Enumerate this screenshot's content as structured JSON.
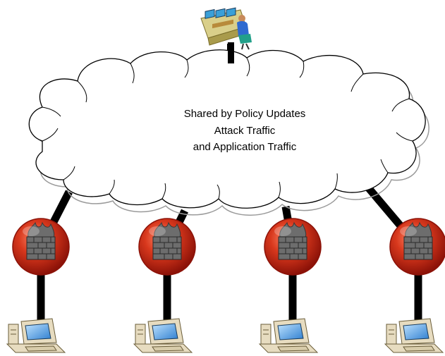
{
  "diagram": {
    "cloud_text": [
      "Shared by Policy Updates",
      "Attack Traffic",
      "and Application Traffic"
    ],
    "nodes": {
      "operator": {
        "icon": "operator-console-icon"
      },
      "firewalls": [
        {
          "icon": "firewall-icon"
        },
        {
          "icon": "firewall-icon"
        },
        {
          "icon": "firewall-icon"
        },
        {
          "icon": "firewall-icon"
        }
      ],
      "computers": [
        {
          "icon": "computer-icon"
        },
        {
          "icon": "computer-icon"
        },
        {
          "icon": "computer-icon"
        },
        {
          "icon": "computer-icon"
        }
      ]
    },
    "colors": {
      "link": "#000000",
      "cloud_outline": "#000000",
      "cloud_shadow": "#9a9a9a",
      "firewall_red": "#d8381d",
      "firewall_dark": "#8c1208",
      "wall_gray": "#6d6d6d",
      "monitor_screen": "#4fa2e8",
      "computer_body": "#e7dcc0"
    }
  }
}
